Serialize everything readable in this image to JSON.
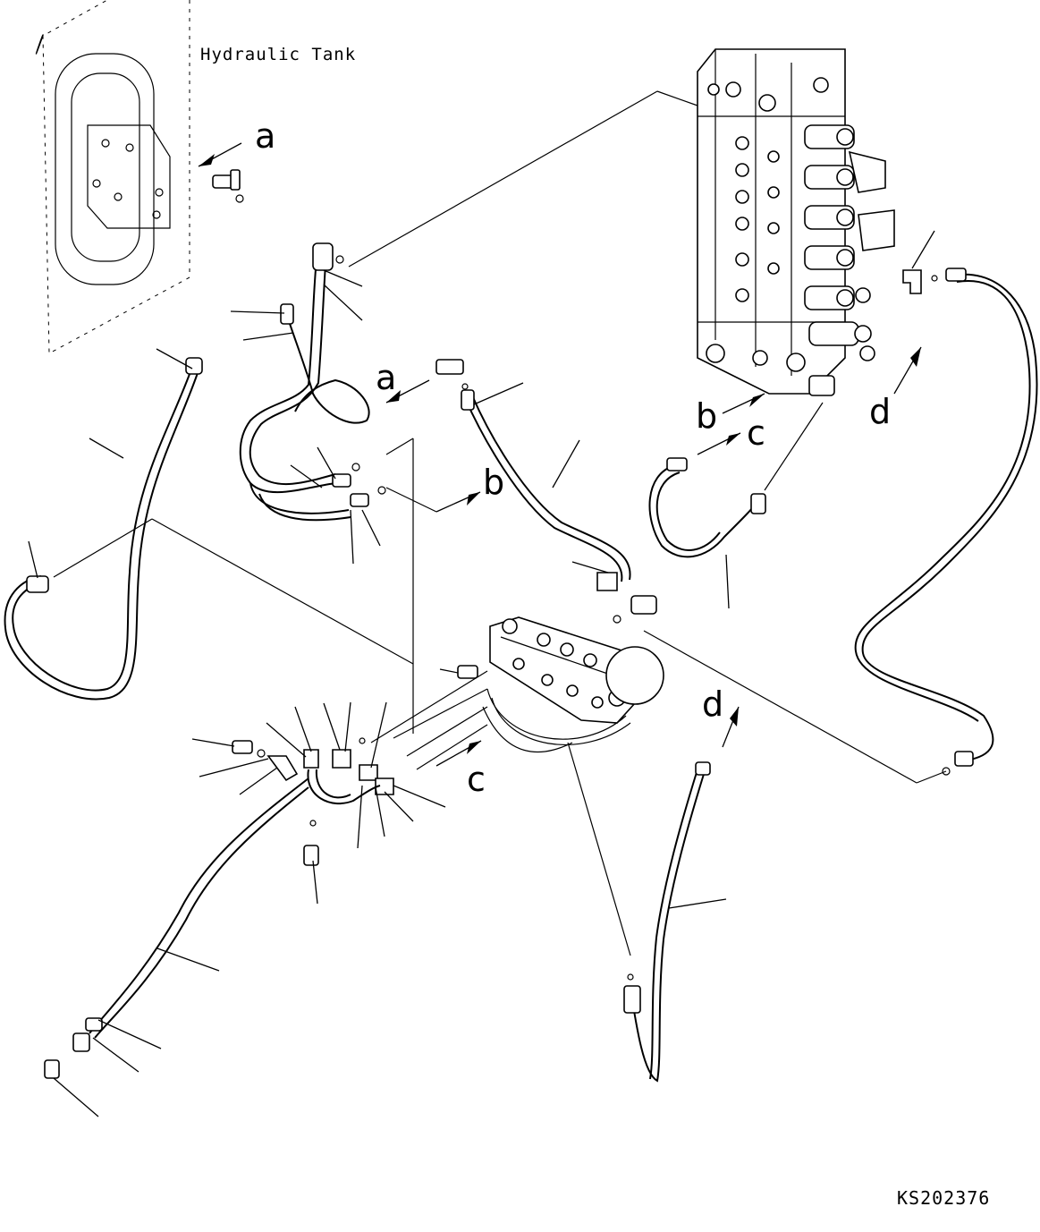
{
  "labels": {
    "tank": "Hydraulic Tank",
    "drawing_code": "KS202376"
  },
  "ref_letters": {
    "a_top": "a",
    "a_mid": "a",
    "b_left": "b",
    "b_right": "b",
    "c_right": "c",
    "c_left": "c",
    "d_right": "d",
    "d_lower": "d"
  },
  "components": {
    "tank": "hydraulic-tank",
    "main_valve": "control-valve",
    "sub_valve": "pilot-valve-block",
    "accumulator": "accumulator"
  }
}
